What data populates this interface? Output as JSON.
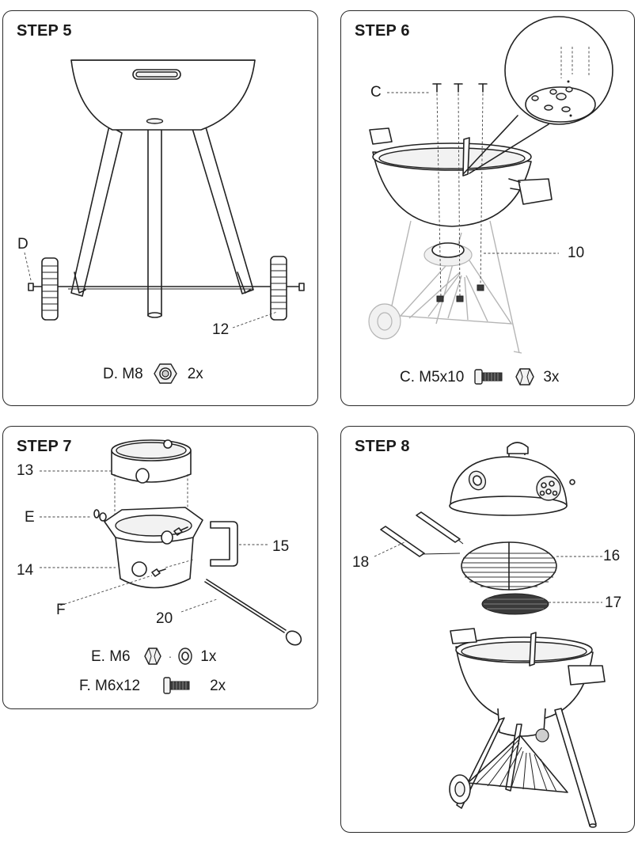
{
  "steps": [
    {
      "title": "STEP 5",
      "callouts": {
        "hardware_letter": "D",
        "part_number": "12"
      },
      "hardware": [
        {
          "label": "D. M8",
          "qty": "2x",
          "icon": "nut-icon"
        }
      ]
    },
    {
      "title": "STEP 6",
      "callouts": {
        "hardware_letter": "C",
        "part_number": "10"
      },
      "hardware": [
        {
          "label": "C. M5x10",
          "qty": "3x",
          "icons": [
            "bolt-icon",
            "nut-icon"
          ]
        }
      ]
    },
    {
      "title": "STEP 7",
      "callouts": {
        "part_13": "13",
        "letter_e": "E",
        "part_14": "14",
        "part_15": "15",
        "letter_f": "F",
        "part_20": "20"
      },
      "hardware": [
        {
          "label": "E. M6",
          "qty": "1x",
          "icons": [
            "nut-icon",
            "washer-icon"
          ]
        },
        {
          "label": "F. M6x12",
          "qty": "2x",
          "icons": [
            "bolt-icon"
          ]
        }
      ]
    },
    {
      "title": "STEP 8",
      "callouts": {
        "part_18": "18",
        "part_16": "16",
        "part_17": "17"
      }
    }
  ]
}
